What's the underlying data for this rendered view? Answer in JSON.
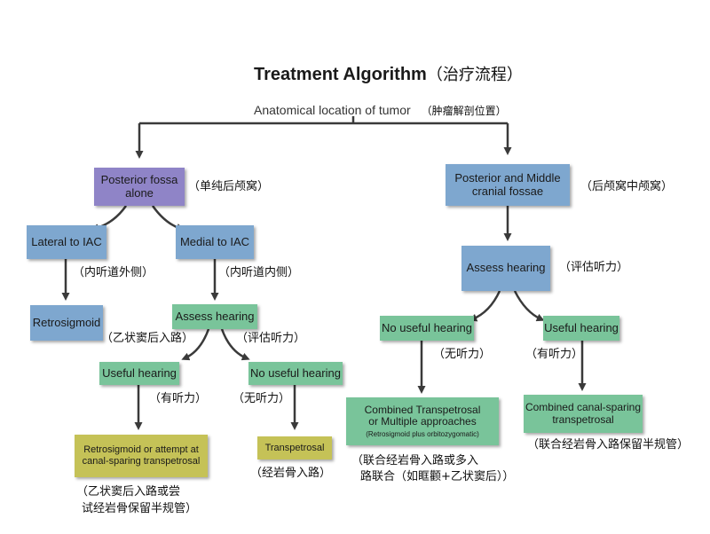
{
  "title": {
    "en": "Treatment Algorithm",
    "cn": "（治疗流程）"
  },
  "root": {
    "en": "Anatomical location of tumor",
    "cn": "（肿瘤解剖位置）"
  },
  "left": {
    "fossa": {
      "line1": "Posterior fossa",
      "line2": "alone",
      "cn": "（单纯后颅窝）"
    },
    "lateral": {
      "en": "Lateral to IAC",
      "cn": "（内听道外侧）"
    },
    "medial": {
      "en": "Medial to IAC",
      "cn": "（内听道内侧）"
    },
    "retrosigmoid": {
      "en": "Retrosigmoid",
      "cn": "（乙状窦后入路）"
    },
    "assess": {
      "en": "Assess hearing",
      "cn": "（评估听力）"
    },
    "useful": {
      "en": "Useful hearing",
      "cn": "（有听力）"
    },
    "no_useful": {
      "en": "No useful hearing",
      "cn": "（无听力）"
    },
    "retro_attempt": {
      "line1": "Retrosigmoid or attempt at",
      "line2": "canal-sparing transpetrosal",
      "cn1": "（乙状窦后入路或尝",
      "cn2": "试经岩骨保留半规管）"
    },
    "transpetrosal": {
      "en": "Transpetrosal",
      "cn": "（经岩骨入路）"
    }
  },
  "right": {
    "fossa": {
      "line1": "Posterior and Middle",
      "line2": "cranial fossae",
      "cn": "（后颅窝中颅窝）"
    },
    "assess": {
      "en": "Assess hearing",
      "cn": "（评估听力）"
    },
    "no_useful": {
      "en": "No useful hearing",
      "cn": "（无听力）"
    },
    "useful": {
      "en": "Useful hearing",
      "cn": "（有听力）"
    },
    "combined": {
      "line1": "Combined Transpetrosal",
      "line2": "or Multiple approaches",
      "line3": "(Retrosigmoid plus orbitozygomatic)",
      "cn1": "（联合经岩骨入路或多入",
      "cn2": "路联合（如眶颧+乙状窦后））"
    },
    "canal_sparing": {
      "line1": "Combined canal-sparing",
      "line2": "transpetrosal",
      "cn": "（联合经岩骨入路保留半规管）"
    }
  },
  "colors": {
    "purple": "#8f84c7",
    "blue": "#7ea7cf",
    "green": "#79c49a",
    "olive": "#c5c257",
    "line": "#3a3a3a"
  }
}
